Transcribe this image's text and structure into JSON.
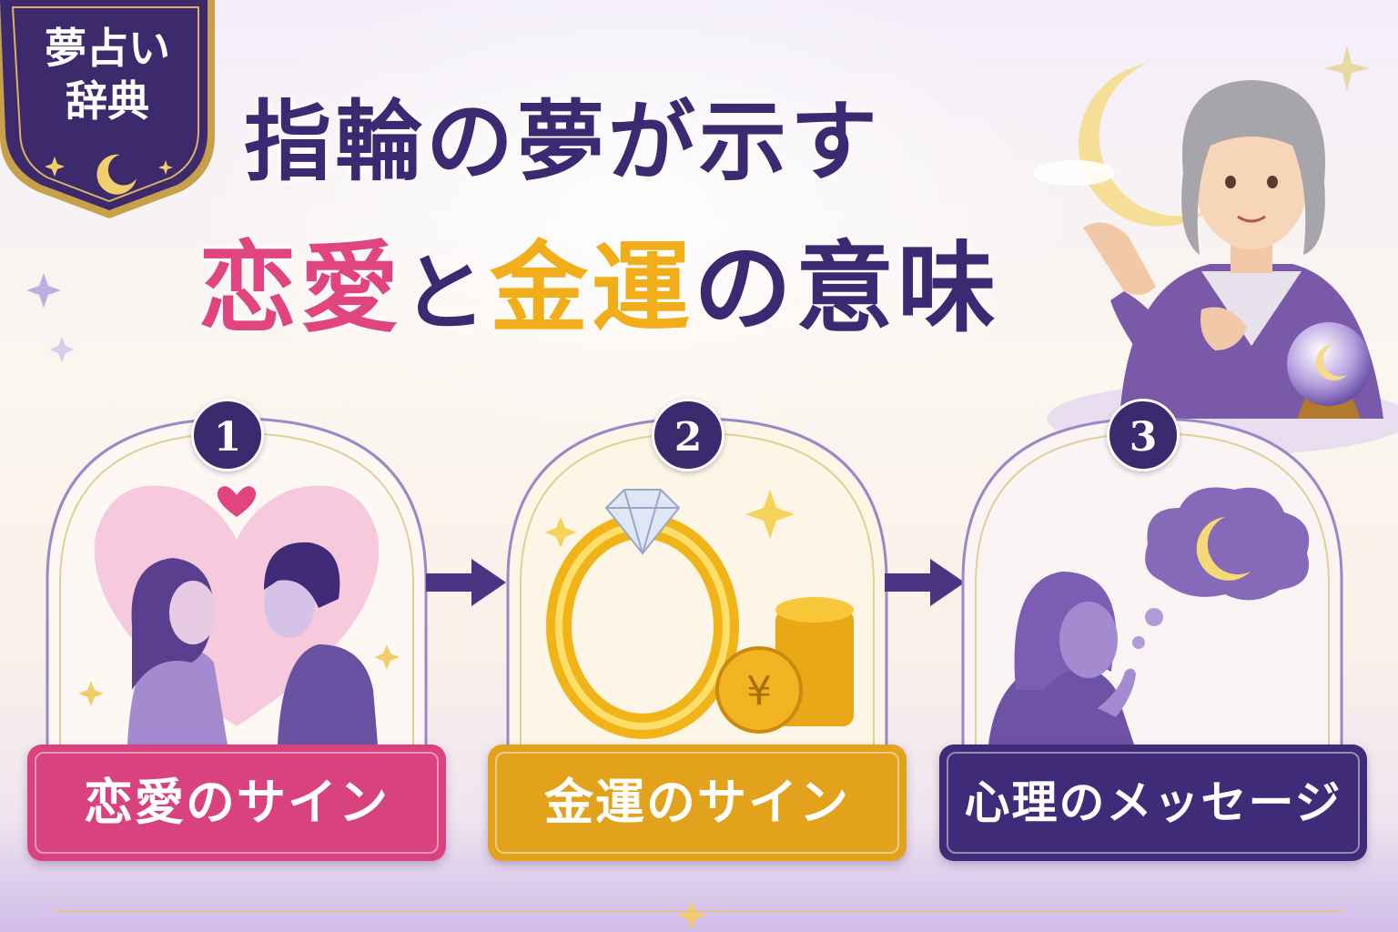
{
  "badge": {
    "line1": "夢占い",
    "line2": "辞典"
  },
  "title": {
    "line1": "指輪の夢が示す",
    "line2": [
      {
        "text": "恋愛",
        "color": "#e0457f"
      },
      {
        "text": "と",
        "color": "#3b2a72"
      },
      {
        "text": "金運",
        "color": "#f1ad1a"
      },
      {
        "text": "の意味",
        "color": "#3b2a72"
      }
    ]
  },
  "steps": [
    {
      "number": "1",
      "label": "恋愛のサイン",
      "color": "#d8427e",
      "icon": "couple-heart-icon"
    },
    {
      "number": "2",
      "label": "金運のサイン",
      "color": "#e3a21c",
      "icon": "ring-coins-icon"
    },
    {
      "number": "3",
      "label": "心理のメッセージ",
      "color": "#3f2b77",
      "icon": "dreaming-woman-icon"
    }
  ],
  "colors": {
    "navy": "#3b2a72",
    "pink": "#e0457f",
    "gold": "#f1ad1a",
    "purple": "#6d4fa8"
  }
}
